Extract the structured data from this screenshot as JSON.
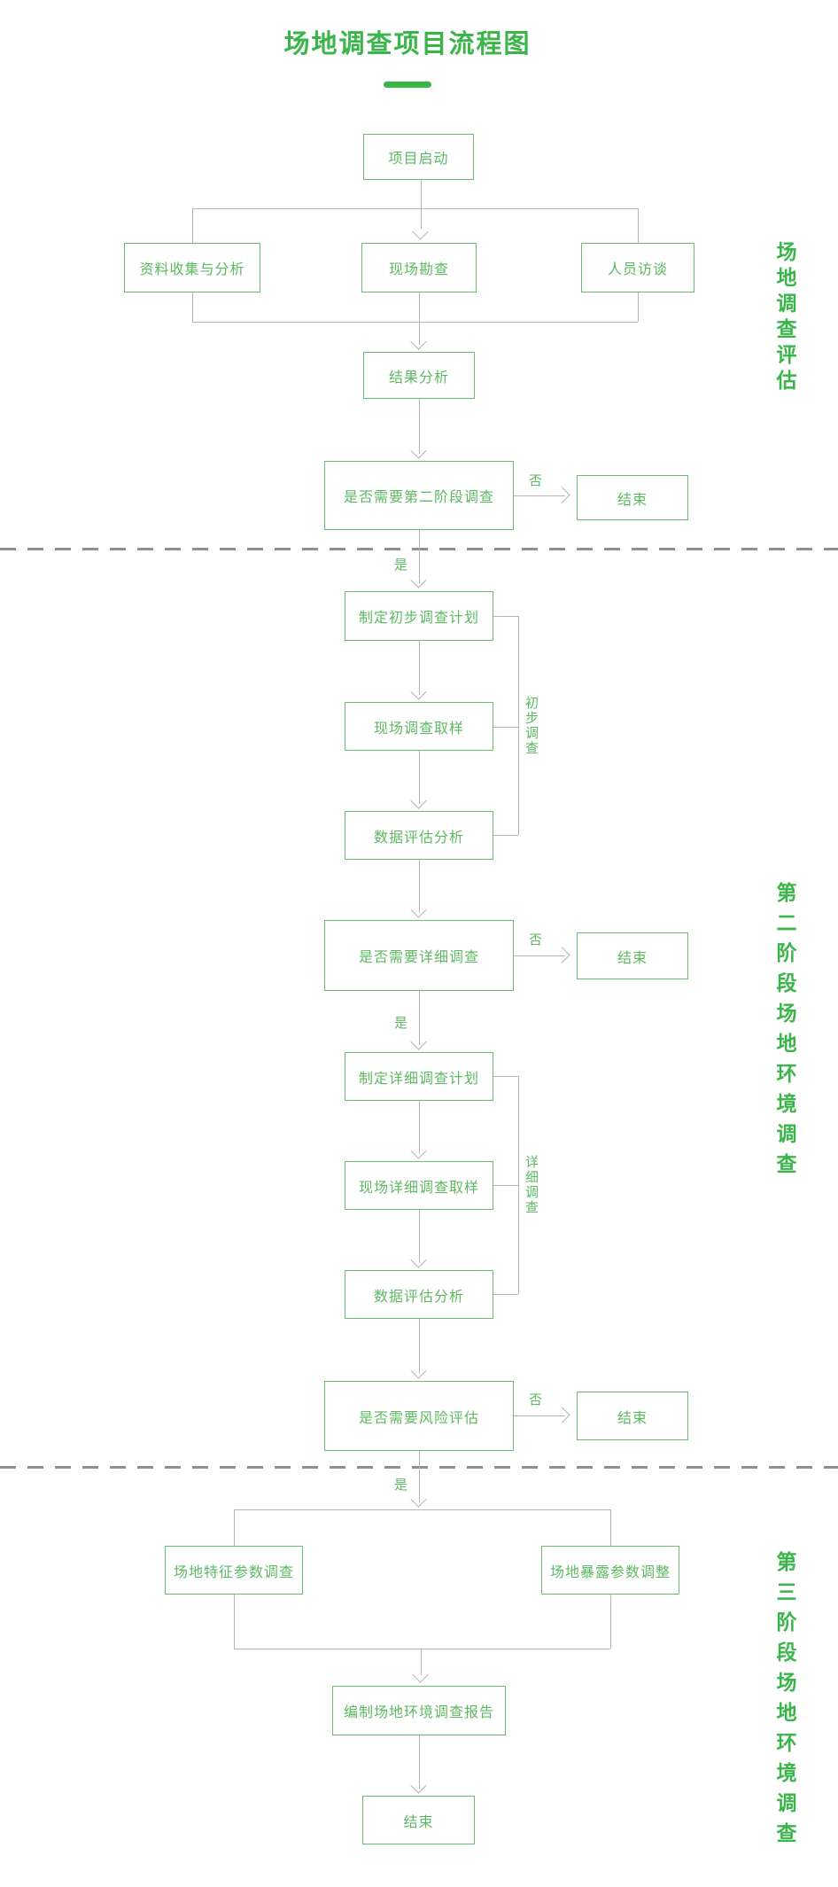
{
  "title": "场地调查项目流程图",
  "phases": [
    {
      "label": "场地调查评估"
    },
    {
      "label": "第二阶段场地环境调查"
    },
    {
      "label": "第三阶段场地环境调查"
    }
  ],
  "nodes": {
    "start": "项目启动",
    "collect": "资料收集与分析",
    "survey": "现场勘查",
    "interview": "人员访谈",
    "result": "结果分析",
    "decision_phase2": "是否需要第二阶段调查",
    "end1": "结束",
    "plan_prelim": "制定初步调查计划",
    "sampling_prelim": "现场调查取样",
    "data_eval1": "数据评估分析",
    "decision_detail": "是否需要详细调查",
    "end2": "结束",
    "plan_detail": "制定详细调查计划",
    "sampling_detail": "现场详细调查取样",
    "data_eval2": "数据评估分析",
    "decision_risk": "是否需要风险评估",
    "end3": "结束",
    "param_survey": "场地特征参数调查",
    "param_adjust": "场地暴露参数调整",
    "report": "编制场地环境调查报告",
    "end4": "结束"
  },
  "edge_labels": {
    "yes": "是",
    "no": "否"
  },
  "group_labels": {
    "prelim": "初步调查",
    "detail": "详细调查"
  },
  "colors": {
    "accent": "#3ab54a",
    "node_border": "#6abd6e",
    "node_text": "#5cb961",
    "line": "#b5b5b5",
    "dash": "#8f8f8f"
  }
}
